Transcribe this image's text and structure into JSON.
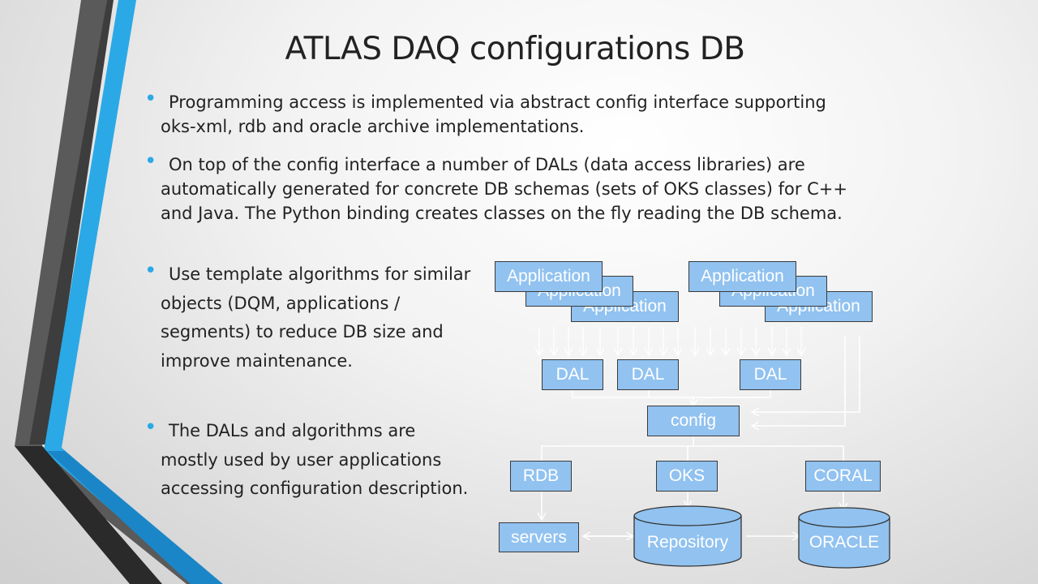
{
  "slide": {
    "title": "ATLAS DAQ configurations DB",
    "accent_colors": {
      "bullet": "#2aa9e6",
      "stripe_blue": "#2aa9e6",
      "stripe_gray": "#6a6a6a",
      "box_fill": "#91c2f0"
    }
  },
  "bullets": [
    {
      "text": "Programming access is implemented via abstract config interface supporting oks-xml, rdb and oracle archive implementations."
    },
    {
      "text": "On top of the config interface a number of DALs (data access libraries) are automatically generated for concrete DB schemas (sets of OKS classes) for C++ and Java. The Python binding creates classes on the fly reading the DB schema."
    },
    {
      "text": "Use template algorithms for similar objects (DQM, applications / segments) to reduce DB size and improve maintenance."
    },
    {
      "text": "The DALs and algorithms are mostly used by user applications accessing configuration description."
    }
  ],
  "diagram": {
    "applications_left": [
      "Application",
      "Application",
      "Application"
    ],
    "applications_right": [
      "Application",
      "Application",
      "Application"
    ],
    "dals": [
      "DAL",
      "DAL",
      "DAL"
    ],
    "config": "config",
    "backends": [
      "RDB",
      "OKS",
      "CORAL"
    ],
    "servers": "servers",
    "repository": "Repository",
    "oracle": "ORACLE"
  }
}
